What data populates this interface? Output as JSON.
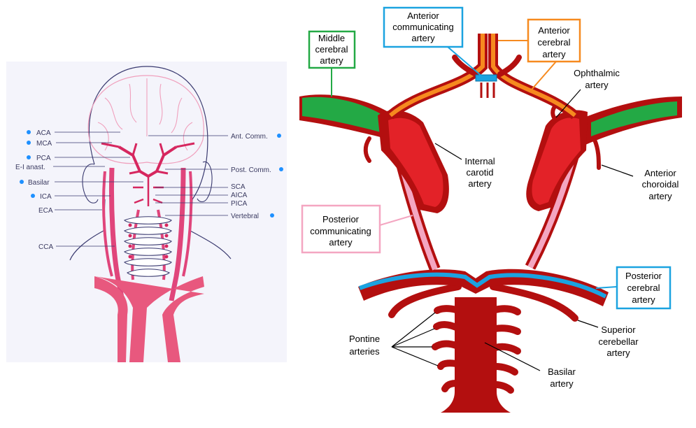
{
  "left_panel": {
    "background": "#f4f4fb",
    "labels_left": [
      "ACA",
      "MCA",
      "PCA",
      "E-I anast.",
      "Basilar",
      "ICA",
      "ECA",
      "CCA"
    ],
    "labels_right": [
      "Ant. Comm.",
      "Post. Comm.",
      "SCA",
      "AICA",
      "PICA",
      "Vertebral"
    ],
    "dot_color": "#1e90ff",
    "vessel_color": "#e0457b"
  },
  "right_panel": {
    "colors": {
      "artery": "#b30f0f",
      "internal_carotid": "#e32228",
      "middle_cerebral": "#23a945",
      "anterior_cerebral": "#f68a1f",
      "anterior_communicating": "#1ba3e0",
      "posterior_communicating": "#f4a6c1",
      "posterior_cerebral": "#1ba3e0"
    },
    "labels": {
      "middle_cerebral": [
        "Middle",
        "cerebral",
        "artery"
      ],
      "anterior_communicating": [
        "Anterior",
        "communicating",
        "artery"
      ],
      "anterior_cerebral": [
        "Anterior",
        "cerebral",
        "artery"
      ],
      "ophthalmic": [
        "Ophthalmic",
        "artery"
      ],
      "internal_carotid": [
        "Internal",
        "carotid",
        "artery"
      ],
      "anterior_choroidal": [
        "Anterior",
        "choroidal",
        "artery"
      ],
      "posterior_communicating": [
        "Posterior",
        "communicating",
        "artery"
      ],
      "posterior_cerebral": [
        "Posterior",
        "cerebral",
        "artery"
      ],
      "superior_cerebellar": [
        "Superior",
        "cerebellar",
        "artery"
      ],
      "pontine": [
        "Pontine",
        "arteries"
      ],
      "basilar": [
        "Basilar",
        "artery"
      ]
    }
  }
}
